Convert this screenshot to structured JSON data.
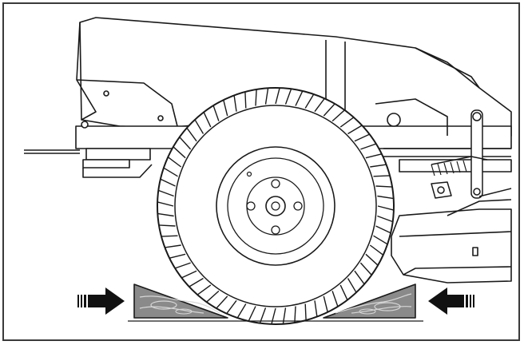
{
  "illustration": {
    "subject": "tractor-rear-wheel-on-wooden-chocks",
    "parts": [
      "body-panel",
      "frame-rail",
      "rear-wheel",
      "tire-tread",
      "wheel-hub",
      "lug-nuts",
      "suspension-linkage",
      "mower-deck",
      "wooden-chock-left",
      "wooden-chock-right",
      "arrow-left",
      "arrow-right"
    ],
    "colors": {
      "line": "#1a1a1a",
      "wood_fill": "#8a8a8a",
      "wood_grain": "#d7d7d7",
      "arrow_fill": "#111111",
      "panel_fill": "#ffffff"
    }
  },
  "arrows": [
    {
      "side": "left",
      "direction": "right",
      "icon": "arrow-right-icon"
    },
    {
      "side": "right",
      "direction": "left",
      "icon": "arrow-left-icon"
    }
  ]
}
